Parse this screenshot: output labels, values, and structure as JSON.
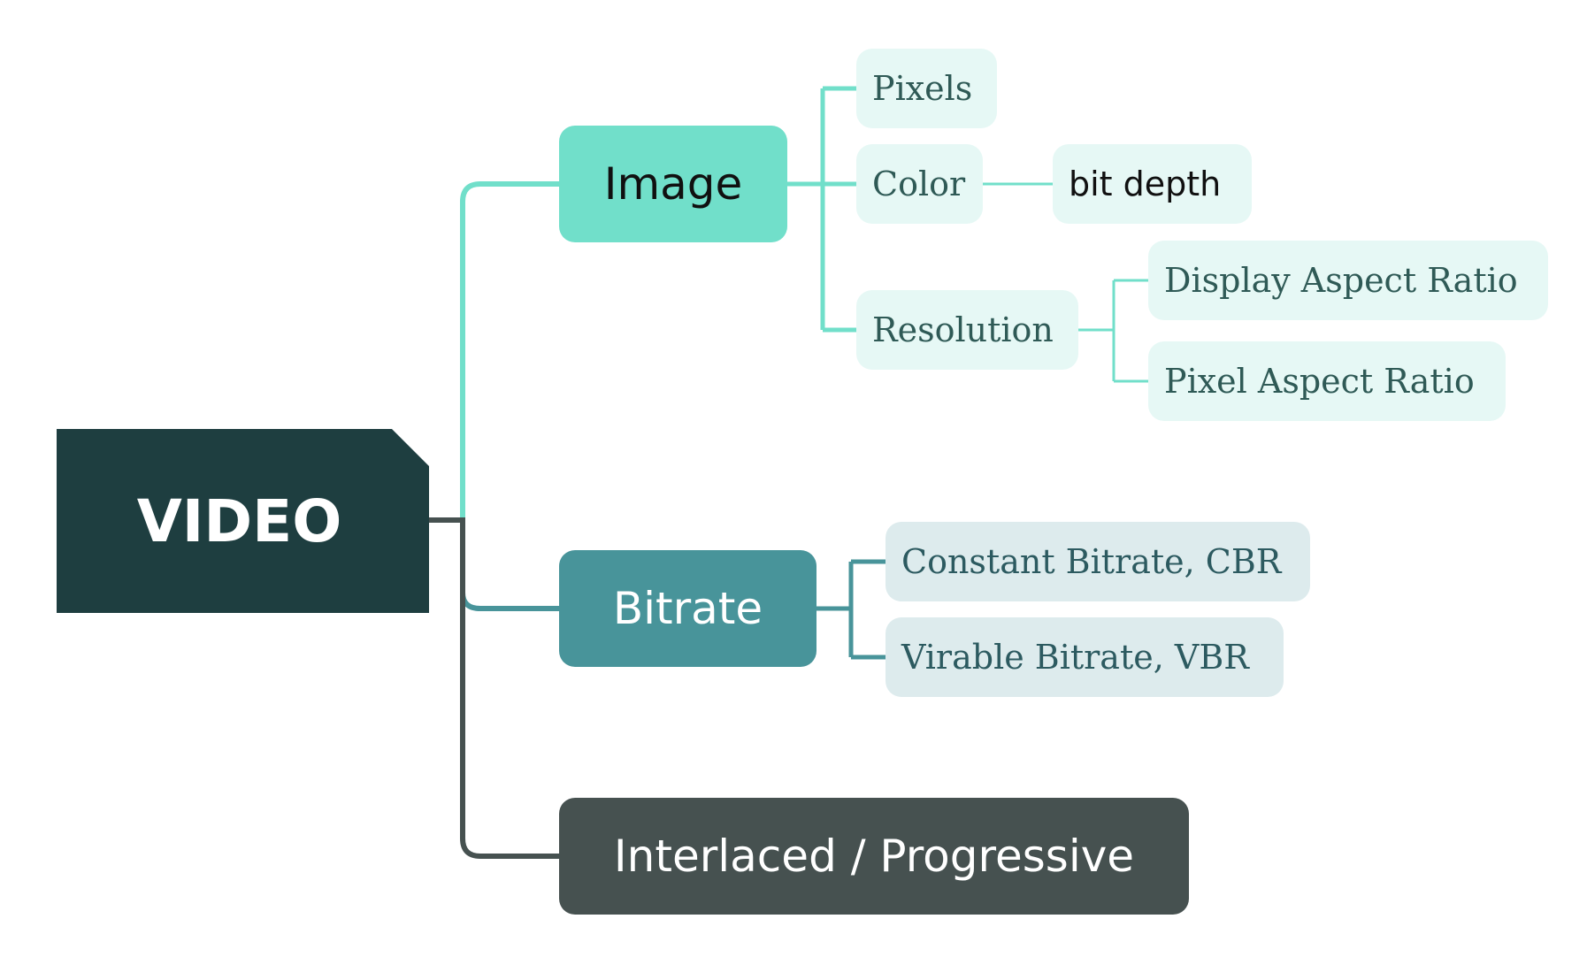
{
  "root": {
    "label": "VIDEO"
  },
  "branches": {
    "image": {
      "label": "Image",
      "children": {
        "pixels": "Pixels",
        "color": "Color",
        "bit_depth": "bit depth",
        "resolution": "Resolution",
        "display_aspect_ratio": "Display Aspect Ratio",
        "pixel_aspect_ratio": "Pixel Aspect Ratio"
      }
    },
    "bitrate": {
      "label": "Bitrate",
      "children": {
        "cbr": "Constant Bitrate, CBR",
        "vbr": "Virable Bitrate, VBR"
      }
    },
    "interlaced": {
      "label": "Interlaced / Progressive"
    }
  },
  "colors": {
    "root_fill": "#1e3e40",
    "image_branch": "#71dfca",
    "bitrate_branch": "#48949a",
    "interlaced_branch": "#465150",
    "teal_leaf_fill": "#e6f8f5",
    "blue_leaf_fill": "#ddebed"
  }
}
